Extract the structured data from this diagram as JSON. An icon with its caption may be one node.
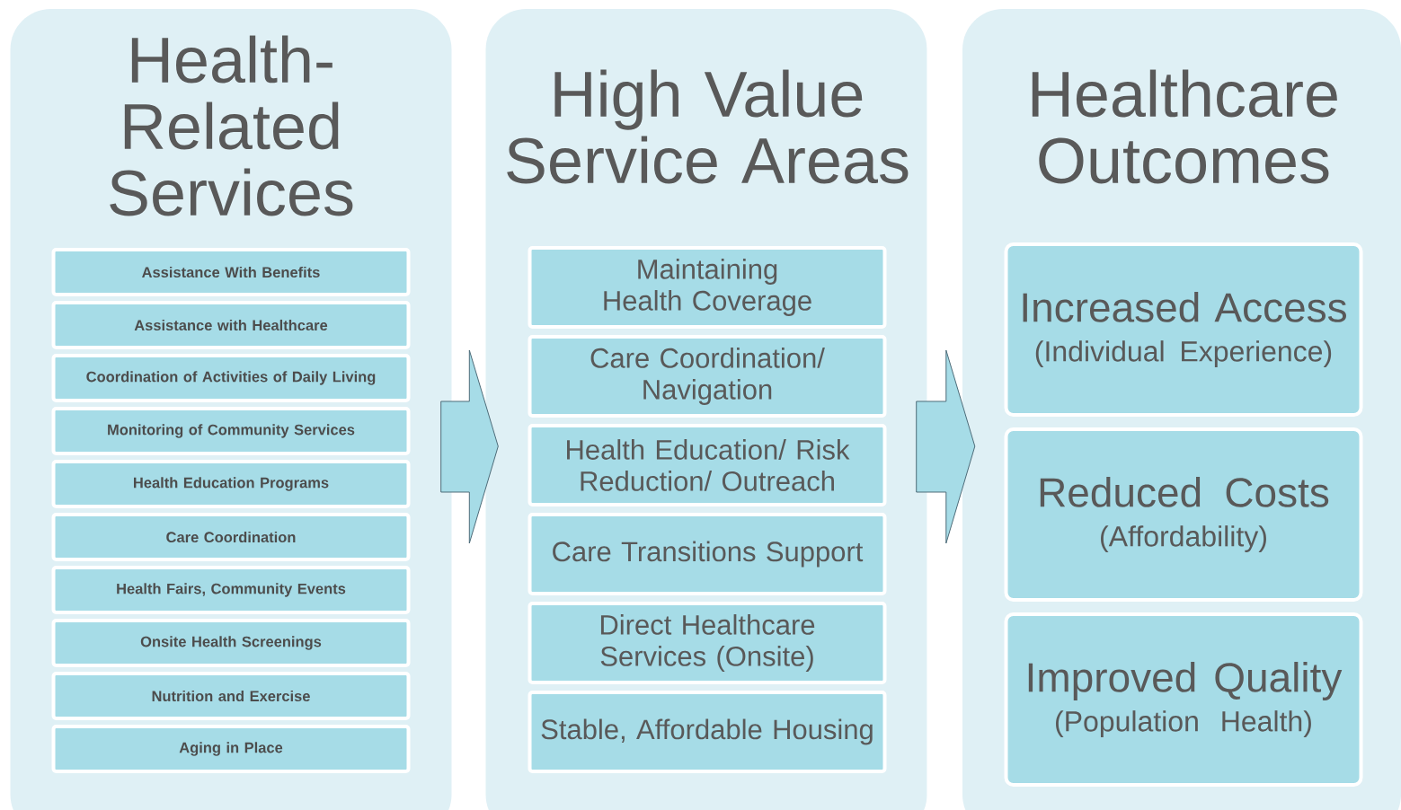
{
  "diagram": {
    "nodes": [
      {
        "text": [
          "Health-Related Services"
        ]
      },
      {
        "text": [
          "Assistance With Benefits"
        ],
        "in": 0
      },
      {
        "text": [
          "Assistance with Healthcare"
        ],
        "in": 0
      },
      {
        "text": [
          "Coordination of Activities of Daily Living"
        ],
        "in": 0
      },
      {
        "text": [
          "Monitoring of Community Services"
        ],
        "in": 0
      },
      {
        "text": [
          "Health Education Programs"
        ],
        "in": 0
      },
      {
        "text": [
          "Care Coordination"
        ],
        "in": 0
      },
      {
        "text": [
          "Health Fairs, Community Events"
        ],
        "in": 0
      },
      {
        "text": [
          "Onsite Health Screenings"
        ],
        "in": 0
      },
      {
        "text": [
          "Nutrition and Exercise"
        ],
        "in": 0
      },
      {
        "text": [
          "Aging in Place"
        ],
        "in": 0
      },
      {
        "text": [
          "High Value Service Areas"
        ]
      },
      {
        "text": [
          "Maintaining Health Coverage"
        ],
        "in": 11
      },
      {
        "text": [
          "Care Coordination/ Navigation"
        ],
        "in": 11
      },
      {
        "text": [
          "Health Education/ Risk Reduction/ Outreach"
        ],
        "in": 11
      },
      {
        "text": [
          "Care Transitions Support"
        ],
        "in": 11
      },
      {
        "text": [
          "Direct Healthcare Services (Onsite)"
        ],
        "in": 11
      },
      {
        "text": [
          "Stable, Affordable Housing"
        ],
        "in": 11
      },
      {
        "text": [
          "Healthcare Outcomes"
        ]
      },
      {
        "text": [
          "Increased Access",
          "(Individual Experience)"
        ],
        "in": 18
      },
      {
        "text": [
          "Reduced Costs",
          "(Affordability)"
        ],
        "in": 18
      },
      {
        "text": [
          "Improved Quality",
          "(Population Health)"
        ],
        "in": 18
      }
    ],
    "edges": [
      {
        "from": 0,
        "to": 11,
        "arrow": "to"
      },
      {
        "from": 11,
        "to": 18,
        "arrow": "to"
      }
    ]
  }
}
